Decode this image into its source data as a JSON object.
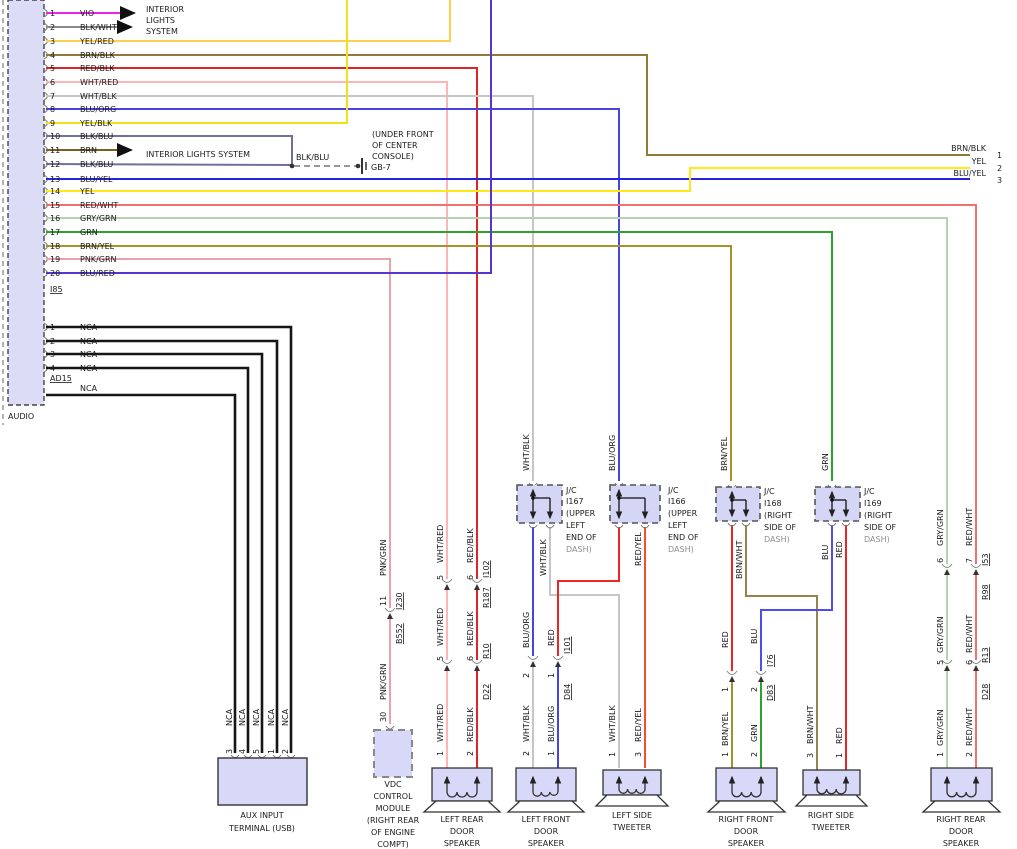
{
  "wire_colors": {
    "VIO": "#ee22ee",
    "BLK/WHT": "#8a8a8a",
    "YEL/RED": "#ffcf4d",
    "BRN/BLK": "#8f7a3a",
    "RED/BLK": "#dd2626",
    "WHT/RED": "#ffb5b5",
    "WHT/BLK": "#c6c6c6",
    "BLU/ORG": "#4646dd",
    "YEL/BLK": "#efe216",
    "BLK/BLU": "#70709a",
    "BRN": "#7d5e1f",
    "BLU/YEL": "#2525dd",
    "YEL": "#ffe816",
    "RED/WHT": "#f27070",
    "GRY/GRN": "#b7cfb2",
    "GRN": "#2da32d",
    "BRN/YEL": "#a5922a",
    "PNK/GRN": "#eaa3ab",
    "BLU/RED": "#5736cf",
    "NCA": "#161616",
    "RED": "#ee2525",
    "RED/YEL": "#f2512e",
    "BRN/WHT": "#97834a",
    "BLU": "#4d4dee"
  },
  "audio": {
    "box_label": "AUDIO",
    "conn1": "I85",
    "conn2": "AD15",
    "extra": "NCA",
    "pins": [
      {
        "n": "1",
        "c": "VIO"
      },
      {
        "n": "2",
        "c": "BLK/WHT"
      },
      {
        "n": "3",
        "c": "YEL/RED"
      },
      {
        "n": "4",
        "c": "BRN/BLK"
      },
      {
        "n": "5",
        "c": "RED/BLK"
      },
      {
        "n": "6",
        "c": "WHT/RED"
      },
      {
        "n": "7",
        "c": "WHT/BLK"
      },
      {
        "n": "8",
        "c": "BLU/ORG"
      },
      {
        "n": "9",
        "c": "YEL/BLK"
      },
      {
        "n": "10",
        "c": "BLK/BLU"
      },
      {
        "n": "11",
        "c": "BRN"
      },
      {
        "n": "12",
        "c": "BLK/BLU"
      },
      {
        "n": "13",
        "c": "BLU/YEL"
      },
      {
        "n": "14",
        "c": "YEL"
      },
      {
        "n": "15",
        "c": "RED/WHT"
      },
      {
        "n": "16",
        "c": "GRY/GRN"
      },
      {
        "n": "17",
        "c": "GRN"
      },
      {
        "n": "18",
        "c": "BRN/YEL"
      },
      {
        "n": "19",
        "c": "PNK/GRN"
      },
      {
        "n": "20",
        "c": "BLU/RED"
      }
    ],
    "pins2": [
      {
        "n": "1",
        "c": "NCA"
      },
      {
        "n": "2",
        "c": "NCA"
      },
      {
        "n": "3",
        "c": "NCA"
      },
      {
        "n": "4",
        "c": "NCA"
      }
    ]
  },
  "ils_top": [
    "INTERIOR",
    "LIGHTS",
    "SYSTEM"
  ],
  "ils_mid": "INTERIOR LIGHTS SYSTEM",
  "ground": {
    "label": "BLK/BLU",
    "id": "GB-7",
    "loc": [
      "(UNDER FRONT",
      "OF CENTER",
      "CONSOLE)"
    ]
  },
  "right": [
    {
      "n": "1",
      "c": "BRN/BLK"
    },
    {
      "n": "2",
      "c": "YEL"
    },
    {
      "n": "3",
      "c": "BLU/YEL"
    }
  ],
  "jc": [
    {
      "l": [
        "J/C",
        "I167",
        "(UPPER",
        "LEFT",
        "END OF",
        "DASH)"
      ]
    },
    {
      "l": [
        "J/C",
        "I166",
        "(UPPER",
        "LEFT",
        "END OF",
        "DASH)"
      ]
    },
    {
      "l": [
        "J/C",
        "I168",
        "(RIGHT",
        "SIDE OF",
        "DASH)"
      ]
    },
    {
      "l": [
        "J/C",
        "I169",
        "(RIGHT",
        "SIDE OF",
        "DASH)"
      ]
    }
  ],
  "feeds": {
    "i167": "WHT/BLK",
    "i166": "BLU/ORG",
    "i168": "BRN/YEL",
    "i169": "GRN"
  },
  "cols": {
    "vdc": {
      "w1": "PNK/GRN",
      "p1": "11",
      "ct": "I230",
      "cb": "B552",
      "w2": "PNK/GRN",
      "p2": "30"
    },
    "lr": {
      "wa": "WHT/RED",
      "wb": "RED/BLK",
      "pa": "5",
      "pb": "6",
      "c1t": "I102",
      "c1b": "R187",
      "c2t": "R10",
      "c2b": "D22",
      "sa": "1",
      "sb": "2"
    },
    "lf": {
      "out_a": "BLU/ORG",
      "out_b": "WHT/BLK",
      "red": "RED",
      "ct": "I101",
      "cb": "D84",
      "pa": "2",
      "pb": "1",
      "la": "WHT/BLK",
      "lb": "BLU/ORG"
    },
    "lt": {
      "wa": "WHT/BLK",
      "wb": "RED/YEL",
      "pa": "1",
      "pb": "3"
    },
    "rf": {
      "bw": "BRN/WHT",
      "red": "RED",
      "blu": "BLU",
      "ct": "I76",
      "cb": "D83",
      "pa": "1",
      "pb": "2",
      "la": "BRN/YEL",
      "lb": "GRN"
    },
    "rt": {
      "upblu": "BLU",
      "upred": "RED",
      "wa": "BRN/WHT",
      "wb": "RED",
      "pa": "3",
      "pb": "1"
    },
    "rr": {
      "wa": "GRY/GRN",
      "wb": "RED/WHT",
      "p1a": "6",
      "p1b": "7",
      "c1t": "I53",
      "c1b": "R98",
      "p2a": "5",
      "p2b": "6",
      "c2t": "R13",
      "c2b": "D28",
      "sa": "1",
      "sb": "2"
    }
  },
  "comp": {
    "aux": [
      "AUX INPUT",
      "TERMINAL (USB)"
    ],
    "aux_pins": [
      "3",
      "4",
      "5",
      "1",
      "2"
    ],
    "aux_nca": "NCA",
    "vdc": [
      "VDC",
      "CONTROL",
      "MODULE",
      "(RIGHT REAR",
      "OF ENGINE",
      "COMPT)"
    ],
    "lr": [
      "LEFT REAR",
      "DOOR",
      "SPEAKER"
    ],
    "lf": [
      "LEFT FRONT",
      "DOOR",
      "SPEAKER"
    ],
    "lt": [
      "LEFT SIDE",
      "TWEETER"
    ],
    "rf": [
      "RIGHT FRONT",
      "DOOR",
      "SPEAKER"
    ],
    "rt": [
      "RIGHT SIDE",
      "TWEETER"
    ],
    "rr": [
      "RIGHT REAR",
      "DOOR",
      "SPEAKER"
    ]
  }
}
